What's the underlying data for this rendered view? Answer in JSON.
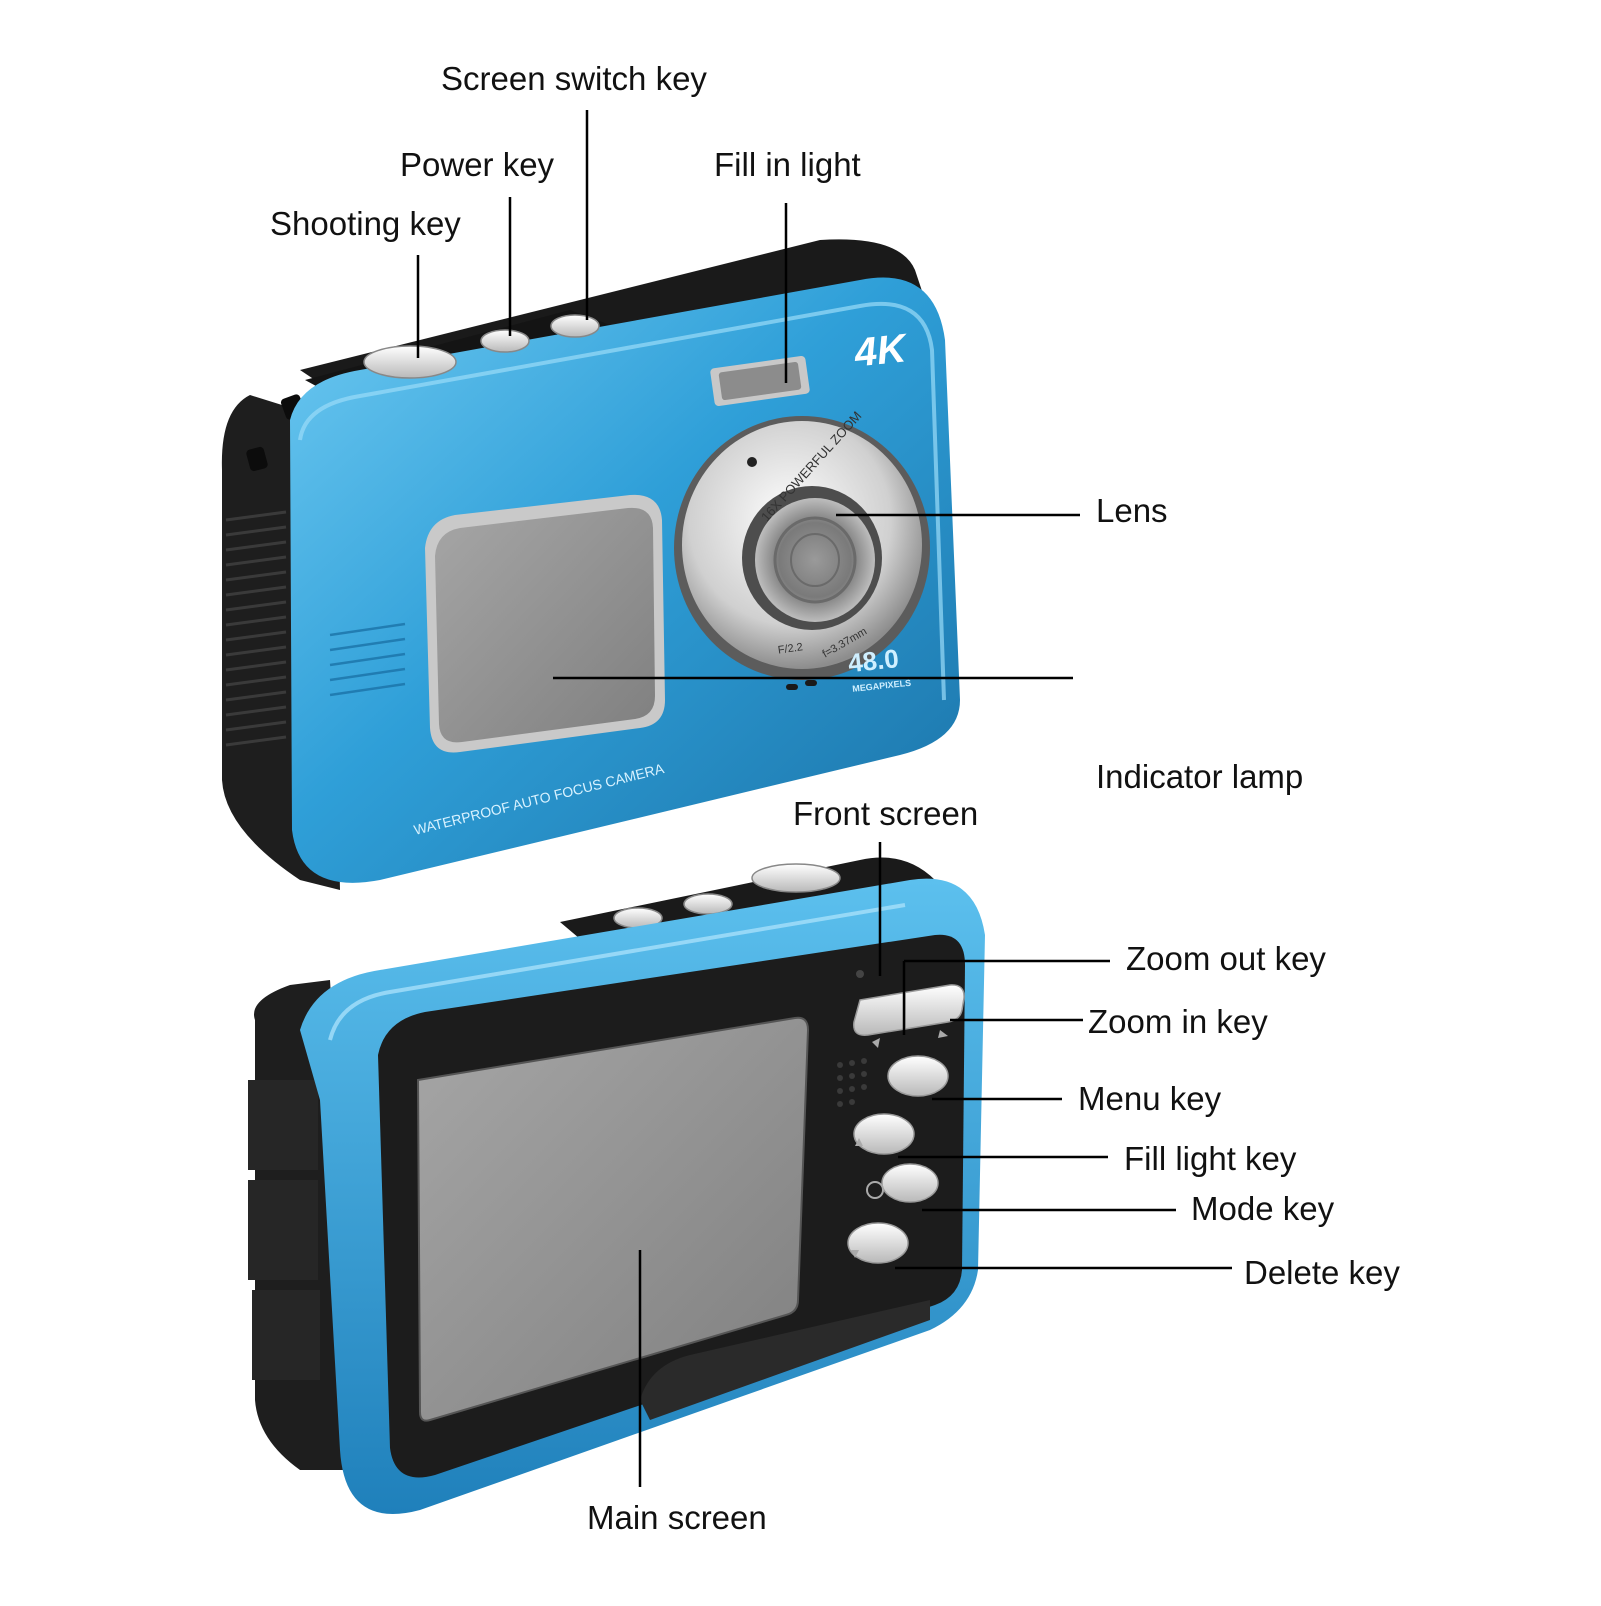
{
  "colors": {
    "body_blue": "#2f9fd8",
    "body_blue_light": "#5cc0ee",
    "body_blue_dark": "#1b73a8",
    "rubber_black": "#1e1e1e",
    "screen_gray": "#8f8f8f",
    "lens_silver": "#c9c9c9",
    "leader_line": "#000000"
  },
  "camera_front": {
    "badge_4k": "4K",
    "lens_ring_text": "16X POWERFUL ZOOM",
    "aperture_text": "F/2.2",
    "focal_text": "f=3.37mm",
    "megapixel_value": "48.0",
    "megapixel_unit": "MEGAPIXELS",
    "model_text": "WATERPROOF AUTO FOCUS CAMERA"
  },
  "labels": {
    "screen_switch_key": "Screen switch key",
    "power_key": "Power key",
    "shooting_key": "Shooting key",
    "fill_in_light": "Fill in light",
    "lens": "Lens",
    "indicator_lamp": "Indicator lamp",
    "front_screen": "Front screen",
    "zoom_out_key": "Zoom out key",
    "zoom_in_key": "Zoom in key",
    "menu_key": "Menu key",
    "fill_light_key": "Fill light key",
    "mode_key": "Mode key",
    "delete_key": "Delete key",
    "main_screen": "Main screen"
  }
}
